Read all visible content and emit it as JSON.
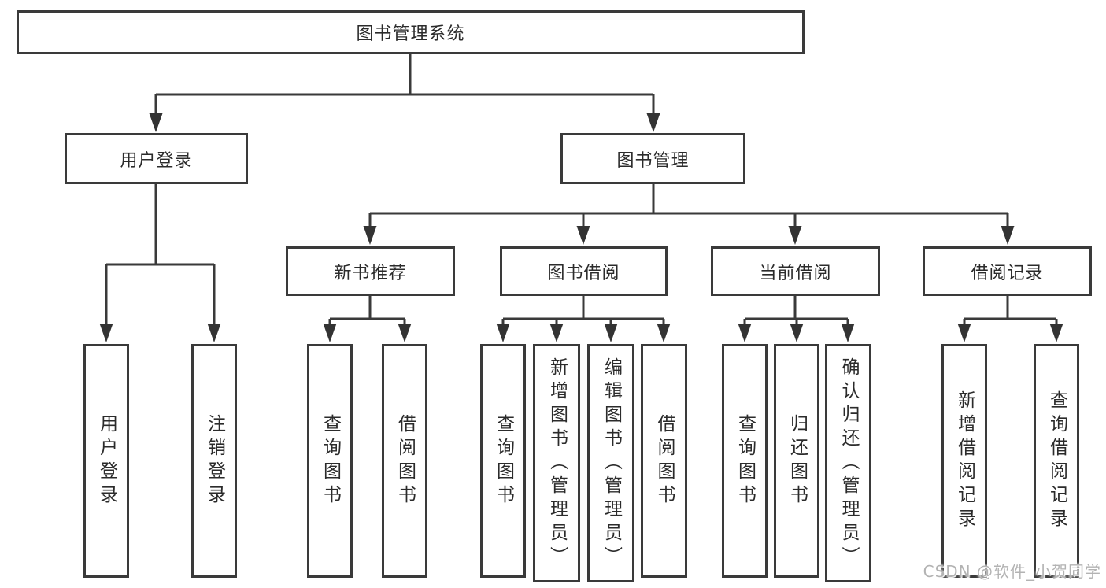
{
  "nodes": {
    "root": "图书管理系统",
    "level2": [
      "用户登录",
      "图书管理"
    ],
    "level3": [
      "新书推荐",
      "图书借阅",
      "当前借阅",
      "借阅记录"
    ],
    "leaves": {
      "login": [
        "用户登录",
        "注销登录"
      ],
      "newbook": [
        "查询图书",
        "借阅图书"
      ],
      "borrow": [
        "查询图书",
        "新增图书（管理员）",
        "编辑图书（管理员）",
        "借阅图书"
      ],
      "current": [
        "查询图书",
        "归还图书",
        "确认归还（管理员）"
      ],
      "records": [
        "新增借阅记录",
        "查询借阅记录"
      ]
    }
  },
  "watermark": "CSDN @软件_小贺同学",
  "colors": {
    "line": "#3a3a3a",
    "text": "#2b2b2b",
    "background": "#ffffff",
    "watermark": "#b3b3b3"
  }
}
